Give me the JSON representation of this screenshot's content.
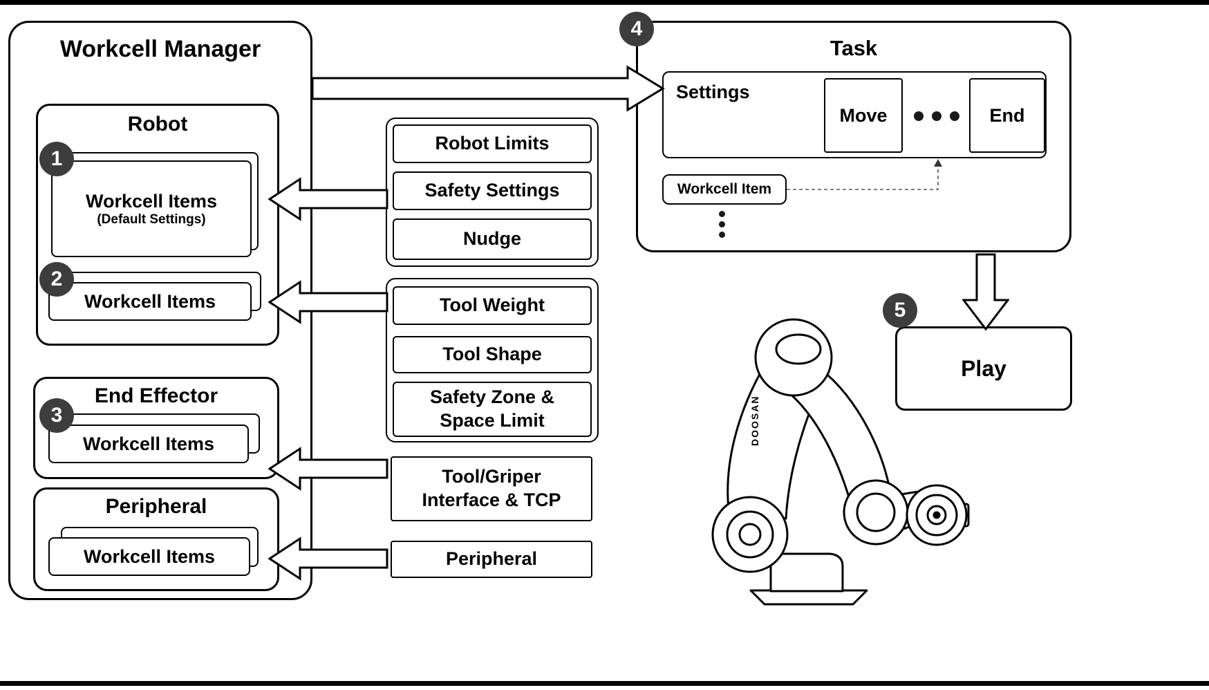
{
  "workcell_manager": {
    "title": "Workcell Manager",
    "robot": {
      "title": "Robot",
      "badge": "1",
      "default_items": {
        "title": "Workcell Items",
        "subtitle": "(Default Settings)"
      },
      "items_badge": "2",
      "items": "Workcell Items"
    },
    "end_effector": {
      "title": "End Effector",
      "badge": "3",
      "items": "Workcell Items"
    },
    "peripheral": {
      "title": "Peripheral",
      "items": "Workcell Items"
    }
  },
  "settings": {
    "robot_group": [
      "Robot Limits",
      "Safety Settings",
      "Nudge"
    ],
    "tool_group": [
      "Tool Weight",
      "Tool Shape"
    ],
    "safety_zone": {
      "line1": "Safety Zone &",
      "line2": "Space Limit"
    },
    "tool_gripper": {
      "line1": "Tool/Griper",
      "line2": "Interface & TCP"
    },
    "peripheral": "Peripheral"
  },
  "task": {
    "badge": "4",
    "title": "Task",
    "settings_label": "Settings",
    "move": "Move",
    "end": "End",
    "workcell_item": "Workcell Item"
  },
  "play": {
    "badge": "5",
    "label": "Play"
  },
  "illustration": {
    "brand": "DOOSAN"
  },
  "colors": {
    "badge": "#3d3d3d",
    "stroke": "#000000",
    "dashed": "#555555"
  }
}
